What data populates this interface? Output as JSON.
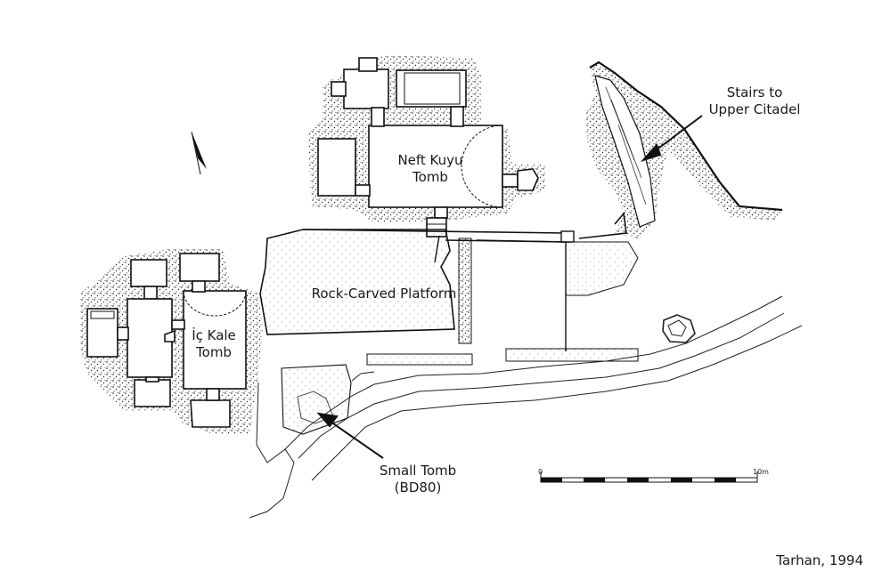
{
  "labels": {
    "neft_kuyu": [
      "Neft Kuyu",
      "Tomb"
    ],
    "platform": "Rock-Carved Platform",
    "ic_kale": [
      "İç Kale",
      "Tomb"
    ],
    "small_tomb": [
      "Small Tomb",
      "(BD80)"
    ],
    "stairs": [
      "Stairs to",
      "Upper Citadel"
    ]
  },
  "scale": {
    "start": "0",
    "end": "10m"
  },
  "credit": "Tarhan, 1994"
}
